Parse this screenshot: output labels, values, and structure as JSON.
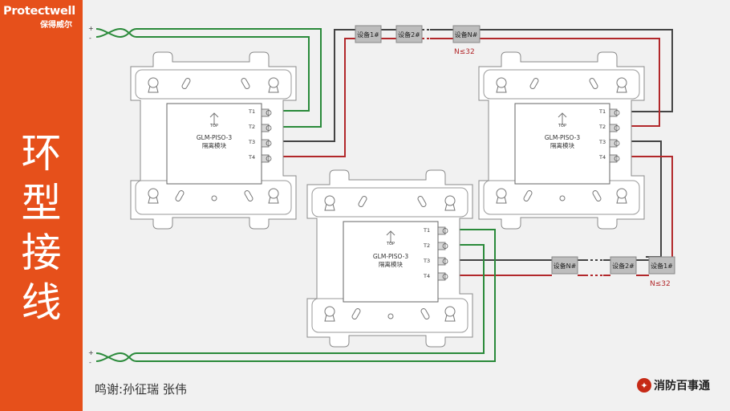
{
  "brand": {
    "name": "Protectwell",
    "name_cn": "保得威尔"
  },
  "title_chars": [
    "环",
    "型",
    "接",
    "线"
  ],
  "credit": "鸣谢:孙征瑞  张伟",
  "footer_logo": {
    "text": "消防百事通",
    "icon": "fire-logo-icon"
  },
  "wire_signs": {
    "plus": "+",
    "minus": "-"
  },
  "module": {
    "model": "GLM-PISO-3",
    "name": "隔离模块",
    "top_label": "TOP",
    "terminals": [
      "T1",
      "T2",
      "T3",
      "T4"
    ]
  },
  "devices_top": {
    "d1": "设备1#",
    "d2": "设备2#",
    "dn": "设备N#",
    "limit": "N≤32"
  },
  "devices_bottom": {
    "dn": "设备N#",
    "d2": "设备2#",
    "d1": "设备1#",
    "limit": "N≤32"
  },
  "colors": {
    "accent": "#e6501b",
    "green": "#2a8a3a",
    "red": "#b2282b",
    "dark": "#444444"
  }
}
